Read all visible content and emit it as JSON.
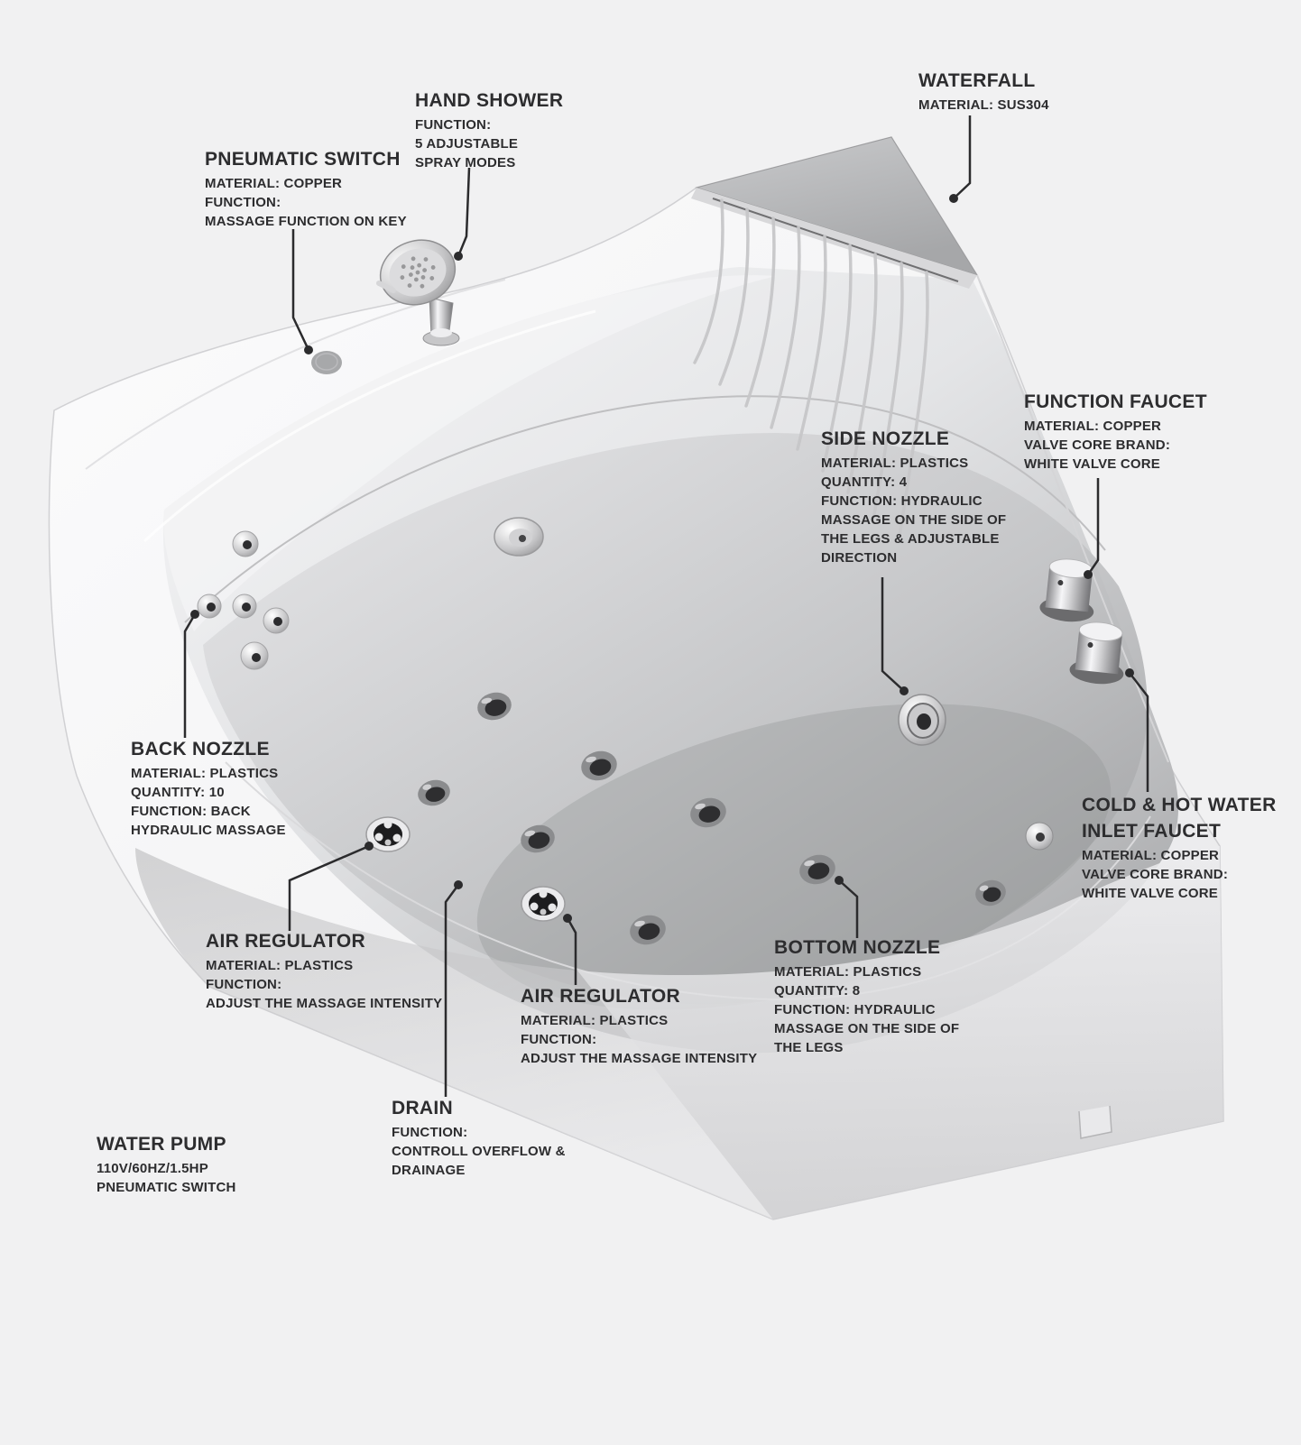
{
  "diagram": {
    "subject": "corner whirlpool bathtub parts diagram",
    "background_color": "#f1f1f2",
    "leader_line_color": "#2b2b2d",
    "text_color": "#2d2d2f"
  },
  "labels": {
    "pneumatic_switch": {
      "title": "PNEUMATIC SWITCH",
      "lines": [
        "MATERIAL: COPPER",
        "FUNCTION:",
        "MASSAGE FUNCTION ON KEY"
      ]
    },
    "hand_shower": {
      "title": "HAND SHOWER",
      "lines": [
        "FUNCTION:",
        "5 ADJUSTABLE",
        "SPRAY MODES"
      ]
    },
    "waterfall": {
      "title": "WATERFALL",
      "lines": [
        "MATERIAL: SUS304"
      ]
    },
    "function_faucet": {
      "title": "FUNCTION FAUCET",
      "lines": [
        "MATERIAL: COPPER",
        "VALVE CORE BRAND:",
        "WHITE VALVE CORE"
      ]
    },
    "side_nozzle": {
      "title": "SIDE NOZZLE",
      "lines": [
        "MATERIAL: PLASTICS",
        "QUANTITY: 4",
        "FUNCTION: HYDRAULIC",
        "MASSAGE ON THE SIDE OF",
        "THE LEGS & ADJUSTABLE",
        "DIRECTION"
      ]
    },
    "back_nozzle": {
      "title": "BACK NOZZLE",
      "lines": [
        "MATERIAL: PLASTICS",
        "QUANTITY: 10",
        "FUNCTION: BACK",
        "HYDRAULIC MASSAGE"
      ]
    },
    "air_regulator_left": {
      "title": "AIR REGULATOR",
      "lines": [
        "MATERIAL: PLASTICS",
        "FUNCTION:",
        "ADJUST THE MASSAGE INTENSITY"
      ]
    },
    "air_regulator_center": {
      "title": "AIR REGULATOR",
      "lines": [
        "MATERIAL: PLASTICS",
        "FUNCTION:",
        "ADJUST THE MASSAGE INTENSITY"
      ]
    },
    "drain": {
      "title": "DRAIN",
      "lines": [
        "FUNCTION:",
        "CONTROLL OVERFLOW &",
        "DRAINAGE"
      ]
    },
    "water_pump": {
      "title": "WATER PUMP",
      "lines": [
        "110V/60HZ/1.5HP",
        "PNEUMATIC SWITCH"
      ]
    },
    "bottom_nozzle": {
      "title": "BOTTOM NOZZLE",
      "lines": [
        "MATERIAL: PLASTICS",
        "QUANTITY: 8",
        "FUNCTION: HYDRAULIC",
        "MASSAGE ON THE SIDE OF",
        "THE LEGS"
      ]
    },
    "cold_hot_inlet_faucet": {
      "title": "COLD & HOT WATER",
      "title2": "INLET FAUCET",
      "lines": [
        "MATERIAL: COPPER",
        "VALVE CORE BRAND:",
        "WHITE VALVE CORE"
      ]
    }
  }
}
